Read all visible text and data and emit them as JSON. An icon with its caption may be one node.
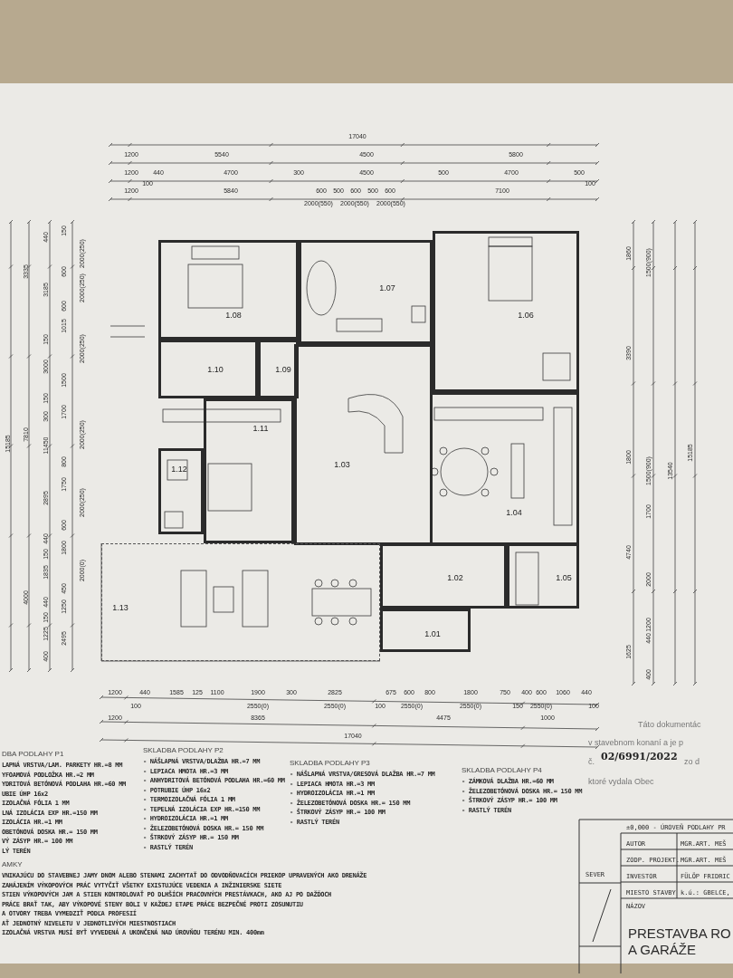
{
  "diagram": {
    "nodes": [
      {
        "text": [
          "1.08"
        ]
      },
      {
        "text": [
          "1.07"
        ]
      },
      {
        "text": [
          "1.06"
        ]
      },
      {
        "text": [
          "1.10"
        ]
      },
      {
        "text": [
          "1.09"
        ]
      },
      {
        "text": [
          "1.11"
        ]
      },
      {
        "text": [
          "1.12"
        ]
      },
      {
        "text": [
          "1.03"
        ]
      },
      {
        "text": [
          "1.04"
        ]
      },
      {
        "text": [
          "1.02"
        ]
      },
      {
        "text": [
          "1.05"
        ]
      },
      {
        "text": [
          "1.01"
        ]
      },
      {
        "text": [
          "1.13"
        ]
      }
    ],
    "labels": [
      "17040",
      "1200",
      "5540",
      "4500",
      "5800",
      "1200",
      "440",
      "4700",
      "300",
      "4500",
      "500",
      "4700",
      "500",
      "100",
      "100",
      "1200",
      "5840",
      "600",
      "500",
      "600",
      "500",
      "600",
      "7100",
      "2000(550)",
      "2000(550)",
      "2000(550)",
      "15185",
      "3335",
      "7810",
      "4000",
      "440",
      "3185",
      "150",
      "3000",
      "150",
      "300",
      "11450",
      "2895",
      "440",
      "150",
      "1835",
      "440",
      "150",
      "1225",
      "400",
      "150",
      "2000(250)",
      "600",
      "2000(250)",
      "600",
      "1015",
      "2000(250)",
      "1500",
      "1700",
      "2000(250)",
      "800",
      "1750",
      "2000(250)",
      "600",
      "1800",
      "2000(0)",
      "450",
      "1250",
      "2495",
      "1860",
      "3390",
      "1800",
      "4740",
      "1625",
      "1500(900)",
      "1500(900)",
      "1700",
      "2000",
      "1200",
      "440",
      "400",
      "13540",
      "15185",
      "1200",
      "440",
      "1585",
      "125",
      "1100",
      "1900",
      "300",
      "2825",
      "675",
      "600",
      "800",
      "1800",
      "750",
      "400",
      "600",
      "1060",
      "440",
      "100",
      "2550(0)",
      "2550(0)",
      "100",
      "2550(0)",
      "2550(0)",
      "150",
      "2550(0)",
      "100",
      "1200",
      "8365",
      "4475",
      "1000",
      "17040",
      "DBA PODLAHY P1",
      "LAPNÁ VRSTVA/LAM. PARKETY HR.=8 MM",
      "YFOAMOVÁ PODLOŽKA HR.=2 MM",
      "YDRITOVÁ BETÓNOVÁ PODLAHA HR.=60 MM",
      "UBIE ÚHP 16x2",
      "IZOLAČNÁ FÓLIA 1 MM",
      "LNÁ IZOLÁCIA EXP HR.=150 MM",
      "IZOLÁCIA HR.=1 MM",
      "OBETÓNOVÁ DOSKA HR.= 150 MM",
      "VÝ ZÁSYP HR.= 100 MM",
      "LÝ TERÉN",
      "SKLADBA PODLAHY P2",
      "- NÁŠLAPNÁ VRSTVA/DLAŽBA HR.=7 MM",
      "- LEPIACA HMOTA HR.=3 MM",
      "- ANHYDRITOVÁ BETÓNOVÁ PODLAHA HR.=60 MM",
      "- POTRUBIE ÚHP 16x2",
      "- TERMOIZOLAČNÁ FÓLIA 1 MM",
      "- TEPELNÁ IZOLÁCIA EXP HR.=150 MM",
      "- HYDROIZOLÁCIA HR.=1 MM",
      "- ŽELEZOBETÓNOVÁ DOSKA HR.= 150 MM",
      "- ŠTRKOVÝ ZÁSYP HR.= 150 MM",
      "- RASTLÝ TERÉN",
      "SKLADBA PODLAHY P3",
      "- NÁŠLAPNÁ VRSTVA/GRESOVÁ DLAŽBA HR.=7 MM",
      "- LEPIACA HMOTA HR.=3 MM",
      "- HYDROIZOLÁCIA HR.=1 MM",
      "- ŽELEZOBETÓNOVÁ DOSKA HR.= 150 MM",
      "- ŠTRKOVÝ ZÁSYP HR.= 100 MM",
      "- RASTLÝ TERÉN",
      "SKLADBA PODLAHY P4",
      "- ZÁMKOVÁ DLAŽBA HR.=60 MM",
      "- ŽELEZOBETÓNOVÁ DOSKA HR.= 150 MM",
      "- ŠTRKOVÝ ZÁSYP HR.= 100 MM",
      "- RASTLÝ TERÉN",
      "AMKY",
      "VNIKAJÚCU DO STAVEBNEJ JAMY DNOM ALEBO STENAMI ZACHYTAŤ DO ODVODŇOVACÍCH PRIEKOP UPRAVENÝCH AKO DRENÁŽE",
      "ZAHÁJENÍM VÝKOPOVÝCH PRÁC VYTYČIŤ VŠETKY EXISTUJÚCE VEDENIA A INŽINIERSKE SIETE",
      "STIEN VÝKOPOVÝCH JAM A STIEN KONTROLOVAŤ PO DLHŠÍCH PRACOVNÝCH PRESTÁVKACH, AKO AJ PO DAŽĎOCH",
      "PRÁCE BRAŤ TAK, ABY VÝKOPOVÉ STENY BOLI V KAŽDEJ ETAPE PRÁCE BEZPEČNÉ PROTI ZOSUNUTIU",
      "A OTVORY TREBA VYMEDZIŤ PODĽA PROFESIÍ",
      "AŤ JEDNOTNÝ NIVELETU V JEDNOTLIVÝCH MIESTNOSTIACH",
      "IZOLAČNÁ VRSTVA MUSÍ BYŤ VYVEDENÁ A UKONČENÁ NAD ÚROVŇOU TERÉNU MIN. 400mm",
      "Táto dokumentác",
      "v stavebnom konaní a je p",
      "č.",
      "02/6991/2022",
      "zo d",
      "ktoré vydala Obec",
      "±0,000 - ÚROVEŇ PODLAHY PR",
      "AUTOR",
      "MGR.ART. MEŠ",
      "ZODP. PROJEKT.",
      "MGR.ART. MEŠ",
      "INVESTOR",
      "FÜLÖP FRIDRIC",
      "MIESTO STAVBY",
      "k.ú.: GBELCE,",
      "SEVER",
      "NÁZOV",
      "PRESTAVBA RO",
      "A GARÁŽE"
    ]
  }
}
